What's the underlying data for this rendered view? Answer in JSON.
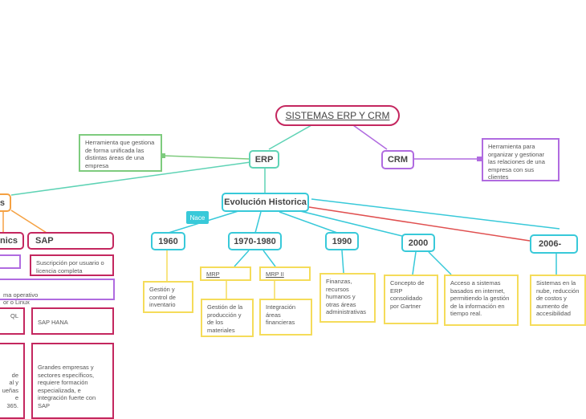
{
  "title": "SISTEMAS ERP Y CRM",
  "erp": {
    "label": "ERP",
    "note": "Herramienta que gestiona de forma unificada las distintas áreas de una empresa"
  },
  "crm": {
    "label": "CRM",
    "note": "Herramienta para organizar y gestionar las relaciones de una empresa con sus clientes"
  },
  "evolucion": {
    "label": "Evolución Historica",
    "tag": "Nace",
    "periods": [
      {
        "label": "1960",
        "items": [
          "Gestión y control de inventario"
        ]
      },
      {
        "label": "1970-1980",
        "subs": [
          {
            "label": "MRP",
            "detail": "Gestión de la producción y de los materiales"
          },
          {
            "label": "MRP II",
            "detail": "Integración áreas financieras"
          }
        ]
      },
      {
        "label": "1990",
        "items": [
          "Finanzas, recursos humanos y otras áreas administrativas"
        ]
      },
      {
        "label": "2000",
        "items": [
          "Concepto de ERP consolidado por Gartner",
          "Acceso a sistemas basados en internet, permitiendo la gestión de la información en tiempo real."
        ]
      },
      {
        "label": "2006-",
        "items": [
          "Sistemas en la nube, reducción de costos y aumento de accesibilidad"
        ]
      }
    ]
  },
  "left_branch": {
    "partial_header": "s",
    "col1_header": "nics",
    "col2_header": "SAP",
    "sap_license": "Suscripción por usuario o licencia completa",
    "os_note": "ma operativo\nor o Linux",
    "left_partial_1": "QL",
    "sap_hana": "SAP HANA",
    "left_partial_2": "de\nal y\nueñas\ne\n365.",
    "sap_users": "Grandes empresas y sectores específicos, requiere formación especializada, e integración fuerte con SAP"
  },
  "colors": {
    "teal": "#5fd3b5",
    "cyan": "#38c9d9",
    "pink": "#c4275f",
    "purple": "#b06be0",
    "orange": "#f5a142",
    "yellow": "#f5dc5a",
    "green": "#7ecb7e",
    "red": "#e05050",
    "magenta": "#e0458a"
  }
}
